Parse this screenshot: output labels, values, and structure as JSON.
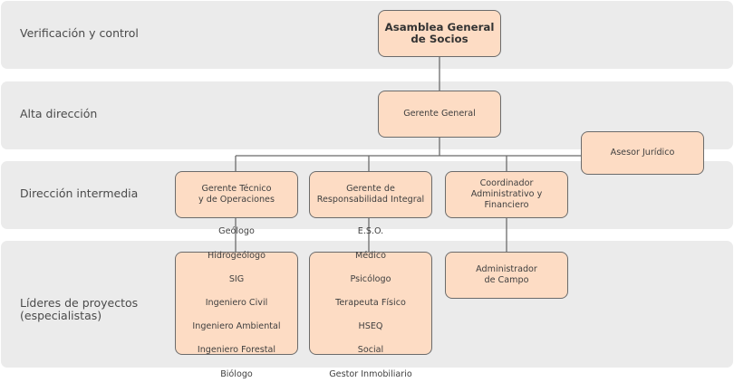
{
  "levels": [
    {
      "label": "Verificación y control"
    },
    {
      "label": "Alta dirección"
    },
    {
      "label": "Dirección intermedia"
    },
    {
      "label": "Líderes de proyectos\n(especialistas)"
    }
  ],
  "nodes": {
    "asamblea": "Asamblea General\nde Socios",
    "gerente_general": "Gerente General",
    "asesor_juridico": "Asesor Jurídico",
    "gerente_tecnico": "Gerente Técnico\ny de Operaciones",
    "gerente_responsabilidad": "Gerente de\nResponsabilidad Integral",
    "coordinador": "Coordinador\nAdministrativo y\nFinanciero",
    "administrador_campo": "Administrador\nde Campo"
  },
  "specialists_tecnico": [
    "Geólogo",
    "Hidrogeólogo",
    "SIG",
    "Ingeniero Civil",
    "Ingeniero Ambiental",
    "Ingeniero Forestal",
    "Biólogo"
  ],
  "specialists_responsabilidad": [
    "E.S.O.",
    "Médico",
    "Psicólogo",
    "Terapeuta Físico",
    "HSEQ",
    "Social",
    "Gestor Inmobiliario"
  ],
  "colors": {
    "band": "#ebebeb",
    "node_fill": "#fddcc4",
    "node_border": "#6b6b6b",
    "connector": "#6b6b6b"
  }
}
